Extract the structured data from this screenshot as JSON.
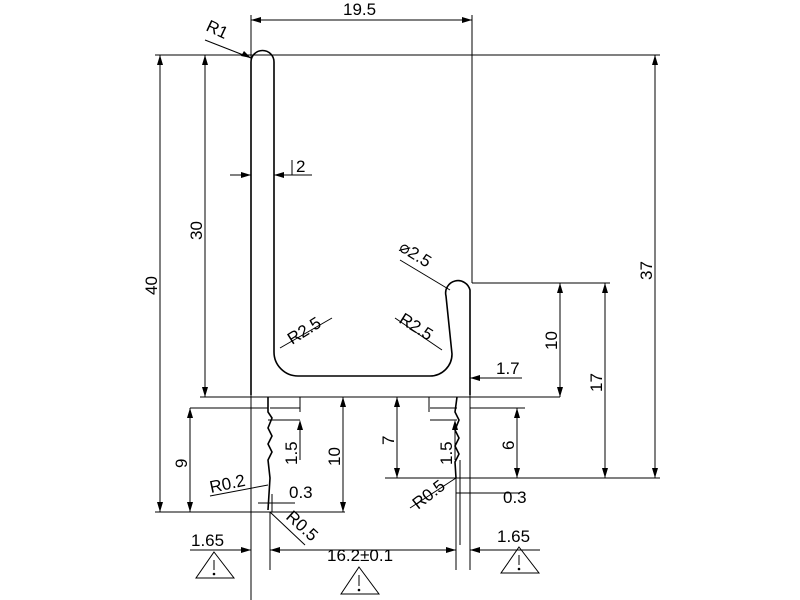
{
  "dimensions": {
    "r1": "R1",
    "width_top": "19.5",
    "wall": "2",
    "height_30": "30",
    "height_40": "40",
    "height_37": "37",
    "dia_lip": "⌀2.5",
    "r_inner_left": "R2.5",
    "r_inner_right": "R2.5",
    "height_10_right": "10",
    "height_17": "17",
    "lip_1_7": "1.7",
    "height_9": "9",
    "pitch_left": "1.5",
    "height_10_mid": "10",
    "height_7": "7",
    "pitch_right": "1.5",
    "height_6": "6",
    "r_0_2": "R0.2",
    "gap_left": "0.3",
    "r_0_5_left": "R0.5",
    "r_0_5_right": "R0.5",
    "gap_right": "0.3",
    "offset_left": "1.65",
    "span": "16.2±0.1",
    "offset_right": "1.65"
  },
  "icons": [
    "warning-triangle-icon",
    "warning-triangle-icon",
    "warning-triangle-icon"
  ]
}
